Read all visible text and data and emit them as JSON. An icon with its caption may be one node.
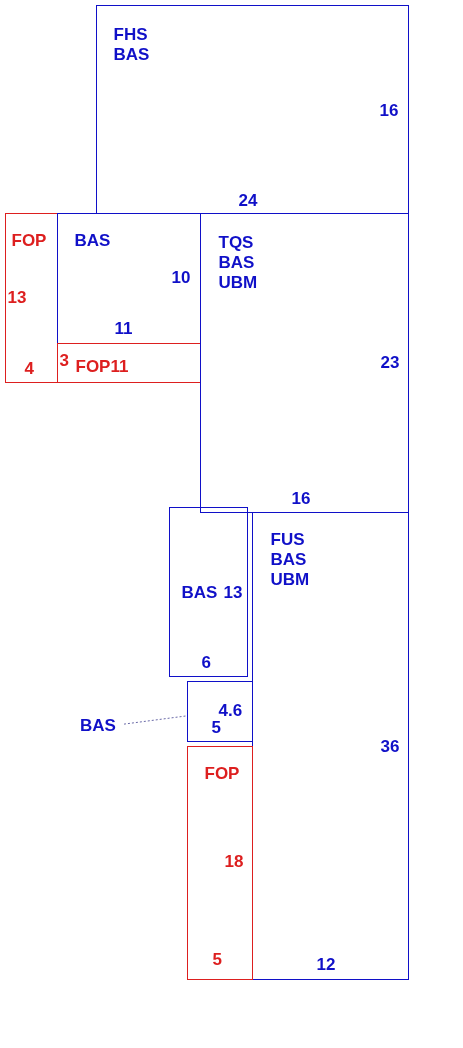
{
  "diagram": {
    "nodes": [
      {
        "text": [
          "FHS BAS",
          "16",
          "24"
        ]
      },
      {
        "text": [
          "FOP",
          "13",
          "4"
        ]
      },
      {
        "text": [
          "BAS",
          "10",
          "11"
        ]
      },
      {
        "text": [
          "3",
          "FOP11"
        ]
      },
      {
        "text": [
          "TQS BAS UBM",
          "23",
          "16"
        ]
      },
      {
        "text": [
          "BAS",
          "13",
          "6"
        ]
      },
      {
        "text": [
          "FUS BAS UBM",
          "36",
          "12"
        ]
      },
      {
        "text": [
          "4.6",
          "5"
        ]
      },
      {
        "text": [
          "BAS"
        ]
      },
      {
        "text": [
          "FOP",
          "18",
          "5"
        ]
      }
    ],
    "edges": [
      {
        "from": 8,
        "to": 7,
        "arrow": "none",
        "style": "dashed"
      }
    ]
  }
}
